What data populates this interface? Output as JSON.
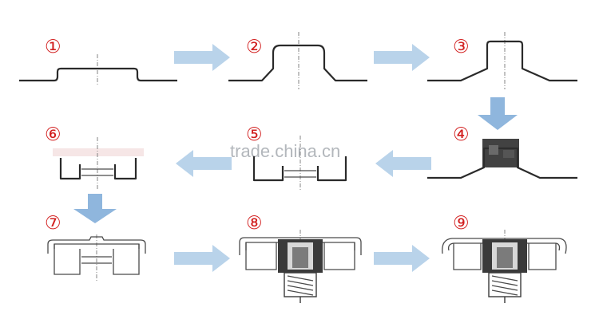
{
  "steps": [
    {
      "label": "①"
    },
    {
      "label": "②"
    },
    {
      "label": "③"
    },
    {
      "label": "④"
    },
    {
      "label": "⑤"
    },
    {
      "label": "⑥"
    },
    {
      "label": "⑦"
    },
    {
      "label": "⑧"
    },
    {
      "label": "⑨"
    }
  ],
  "watermark": "trade.china.cn",
  "colors": {
    "step_number": "#d21f1f",
    "arrow": "#b9d3ea",
    "outline": "#2a2a2a",
    "insert": "#3a3a3a"
  }
}
